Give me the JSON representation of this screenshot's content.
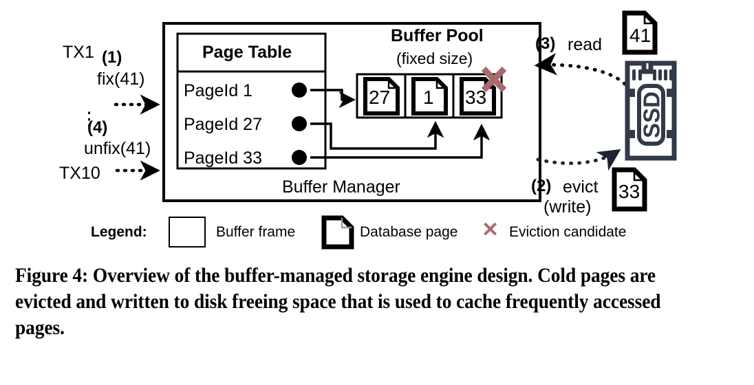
{
  "figure": {
    "caption": "Figure 4: Overview of the buffer-managed storage engine design. Cold pages are evicted and written to disk freeing space that is used to cache frequently accessed pages."
  },
  "transactions": {
    "first_label": "TX1",
    "last_label": "TX10",
    "ellipsis": "⋮",
    "ops": [
      {
        "step": "(1)",
        "call": "fix(41)"
      },
      {
        "step": "(4)",
        "call": "unfix(41)"
      }
    ]
  },
  "buffer_manager": {
    "title": "Buffer Manager",
    "page_table": {
      "title": "Page Table",
      "rows": [
        {
          "label": "PageId 1",
          "handle": "dot"
        },
        {
          "label": "PageId 27",
          "handle": "dot"
        },
        {
          "label": "PageId 33",
          "handle": "dot"
        }
      ]
    },
    "buffer_pool": {
      "title": "Buffer Pool",
      "subtitle": "(fixed size)",
      "frames": [
        {
          "page_id": "27",
          "eviction_candidate": false
        },
        {
          "page_id": "1",
          "eviction_candidate": false
        },
        {
          "page_id": "33",
          "eviction_candidate": true
        }
      ]
    }
  },
  "storage": {
    "device_label": "SSD",
    "pages": [
      {
        "page_id": "41"
      },
      {
        "page_id": "33"
      }
    ],
    "operations": [
      {
        "step": "(3)",
        "label": "read"
      },
      {
        "step": "(2)",
        "label": "evict",
        "label2": "(write)"
      }
    ]
  },
  "legend": {
    "title": "Legend:",
    "items": [
      {
        "glyph": "buffer-frame",
        "label": "Buffer frame"
      },
      {
        "glyph": "database-page",
        "label": "Database page"
      },
      {
        "glyph": "eviction-x",
        "symbol": "✕",
        "label": "Eviction candidate"
      }
    ]
  },
  "colors": {
    "ink": "#000000",
    "eviction": "#a9696d",
    "ssd": "#333a47"
  }
}
